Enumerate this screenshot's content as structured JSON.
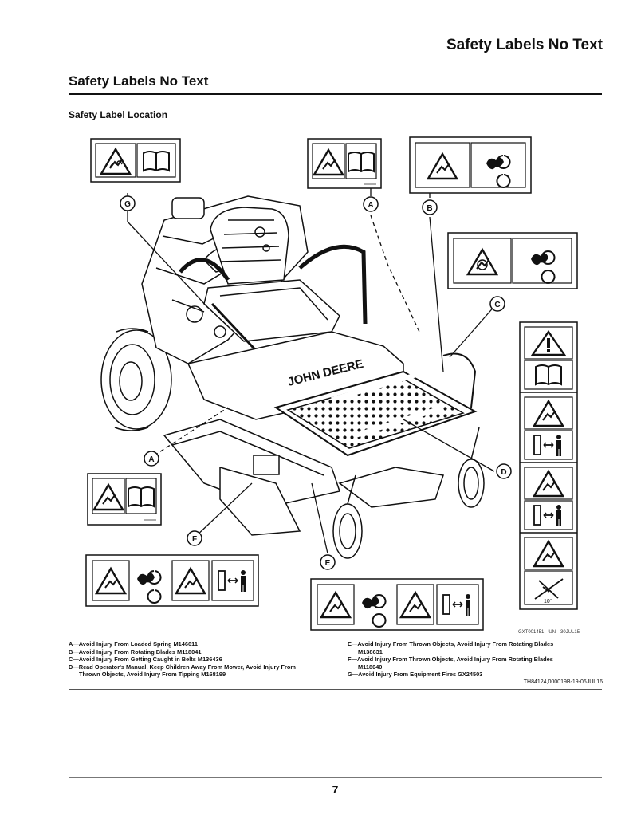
{
  "header": {
    "title": "Safety Labels No Text"
  },
  "section": {
    "title": "Safety Labels No Text",
    "subtitle": "Safety Label Location"
  },
  "figure": {
    "callouts": [
      "A",
      "B",
      "C",
      "D",
      "E",
      "F",
      "G"
    ],
    "code": "GXT001451—UN—30JUL15",
    "mower_brand": "JOHN DEERE"
  },
  "legend": {
    "items": [
      {
        "line1": "A—Avoid Injury From Loaded Spring M146611"
      },
      {
        "line1": "B—Avoid Injury From Rotating Blades M118041"
      },
      {
        "line1": "C—Avoid Injury From Getting Caught in Belts M136436"
      },
      {
        "line1": "D—Read Operator's Manual, Keep Children Away From Mower, Avoid Injury From",
        "line2": "Thrown Objects, Avoid Injury From Tipping M168199"
      },
      {
        "line1": "E—Avoid Injury From Thrown Objects, Avoid Injury From Rotating Blades",
        "line2": "M138631"
      },
      {
        "line1": "F—Avoid Injury From Thrown Objects, Avoid Injury From Rotating Blades",
        "line2": "M118040"
      },
      {
        "line1": "G—Avoid Injury From Equipment Fires GX24503"
      }
    ]
  },
  "ref_code": "TH84124,000019B-19-06JUL16",
  "footer": {
    "page_number": "7"
  }
}
